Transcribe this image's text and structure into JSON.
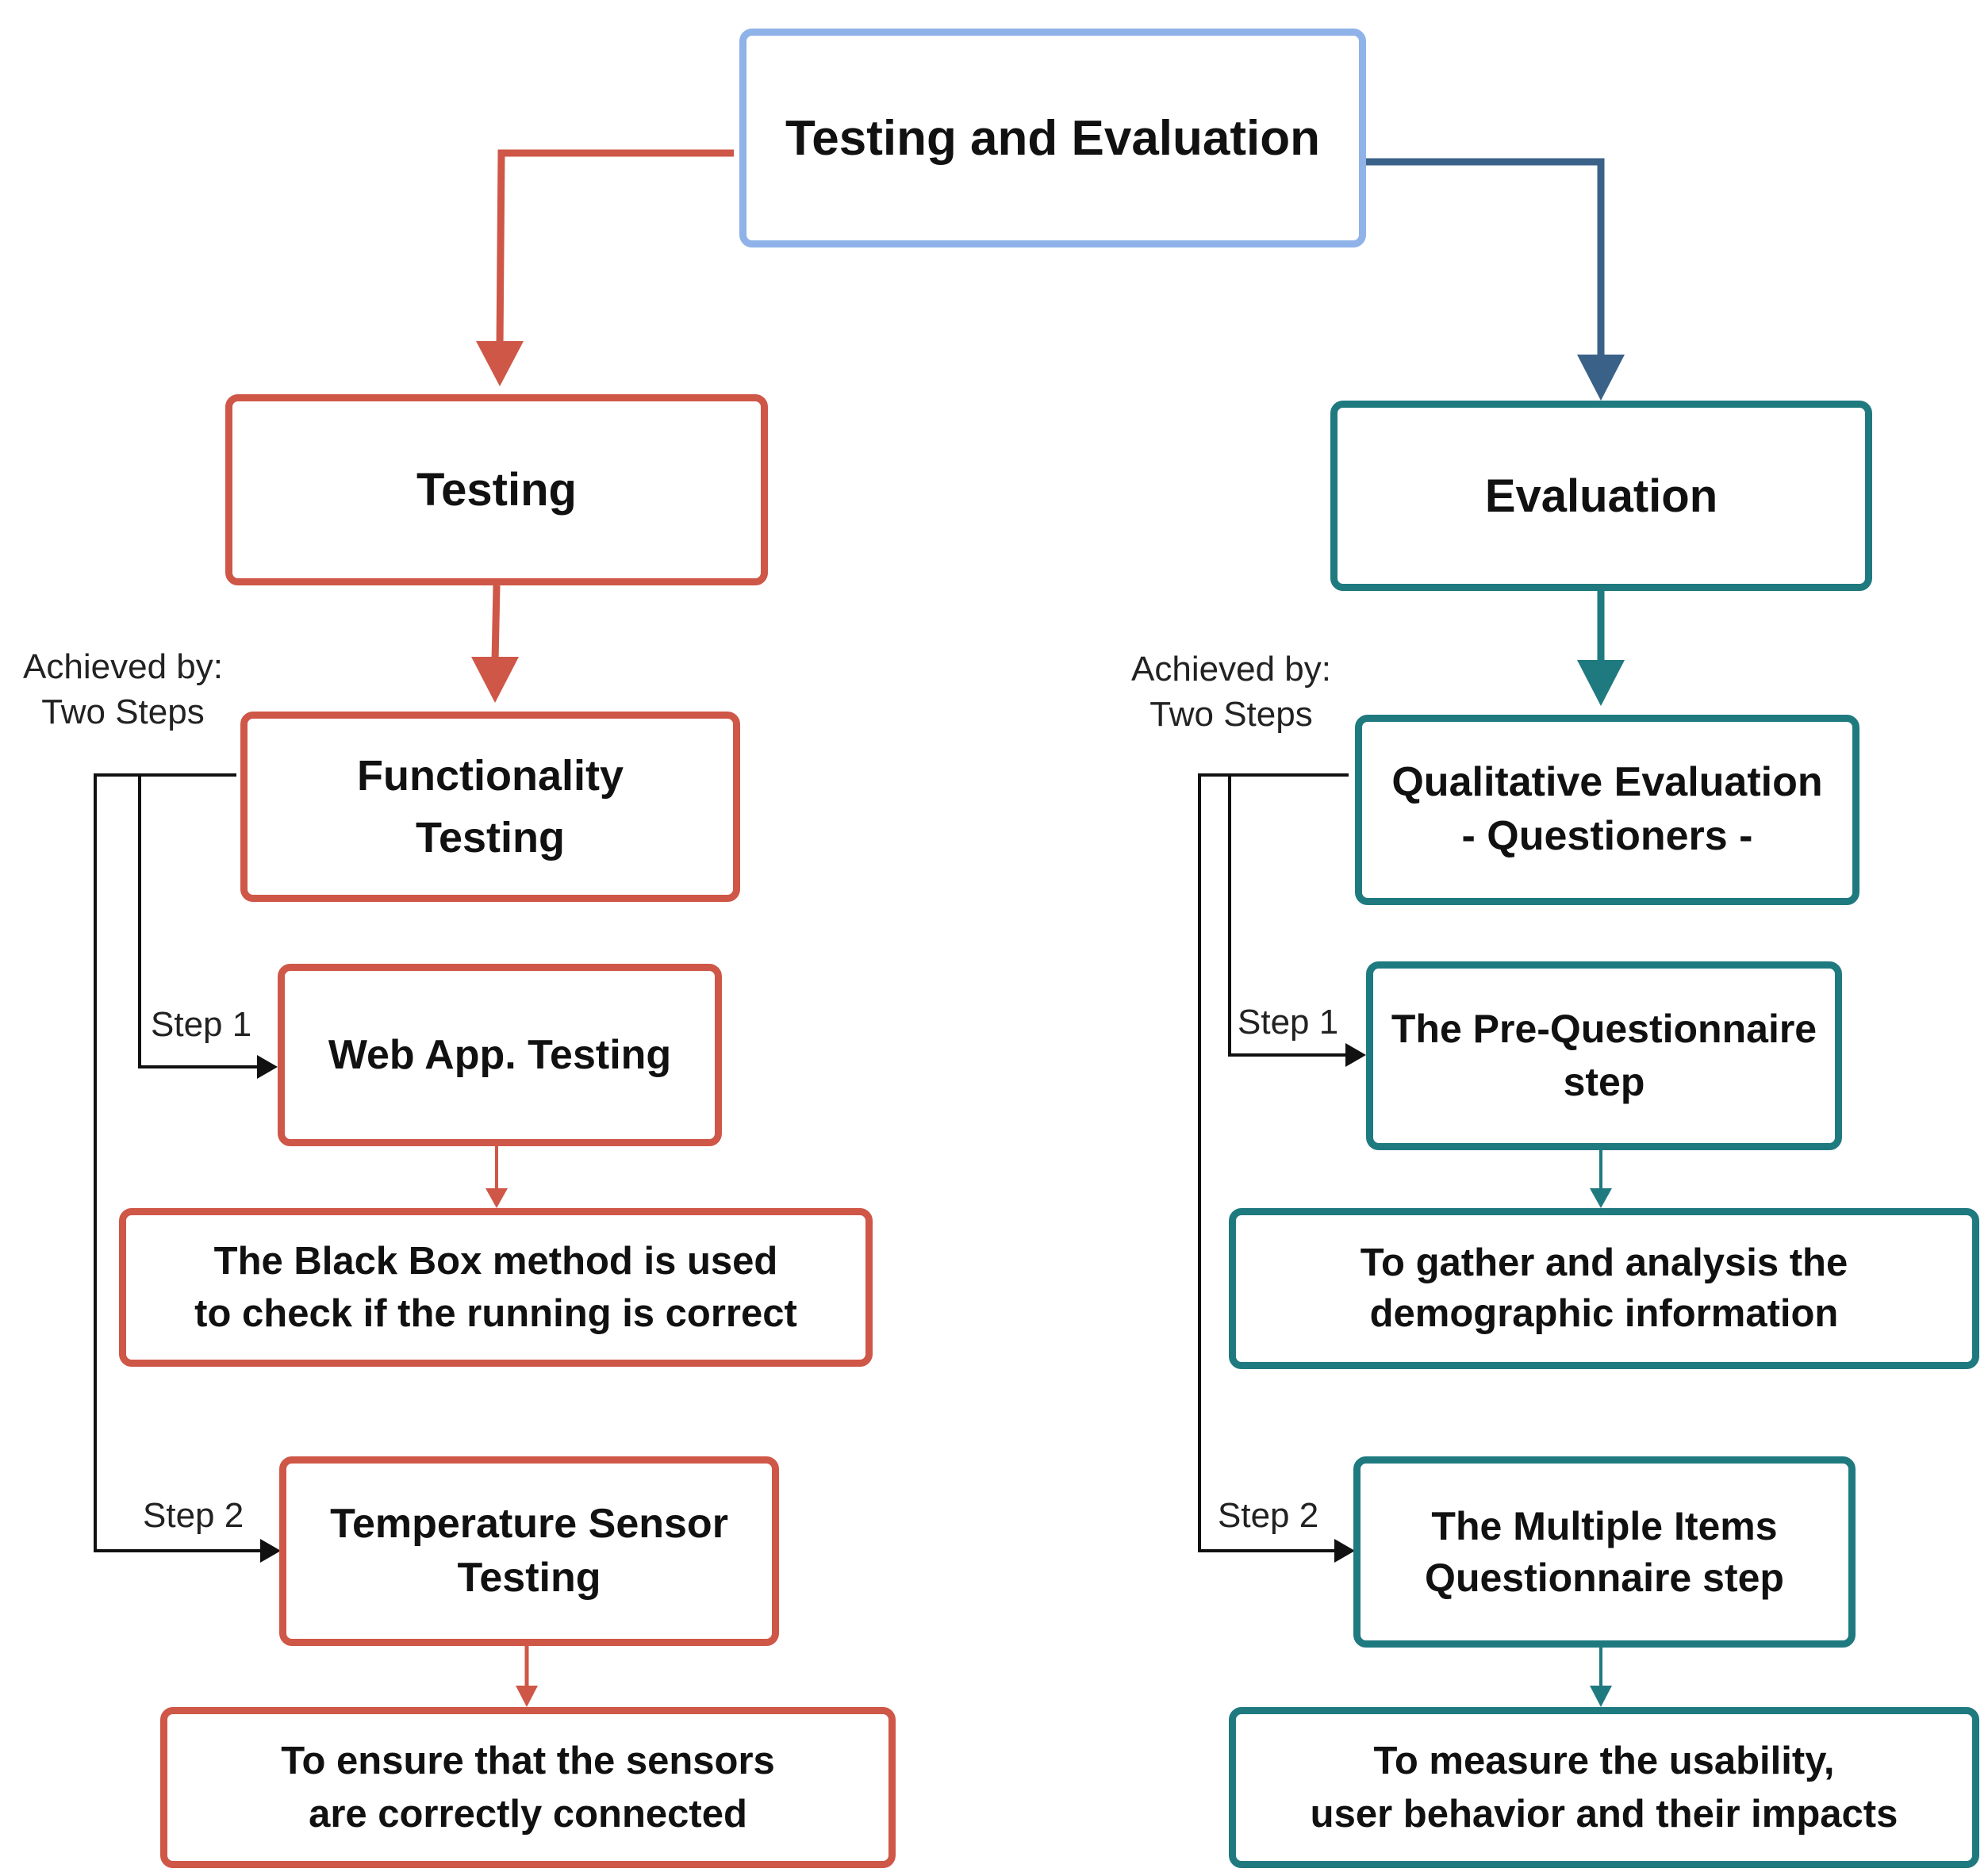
{
  "diagram": {
    "colors": {
      "testing_branch": "#cf5747",
      "evaluation_branch": "#1f7a80",
      "root_border": "#8fb2e8",
      "root_to_evaluation_arrow": "#3a6188",
      "connector_lines": "#111111"
    },
    "root": {
      "label": "Testing and Evaluation"
    },
    "testing": {
      "label": "Testing",
      "achieved_by": [
        "Achieved by:",
        "Two Steps"
      ],
      "functionality": [
        "Functionality",
        "Testing"
      ],
      "step1_label": "Step 1",
      "step1_box": "Web App. Testing",
      "step1_detail": [
        "The Black Box method is used",
        "to check if the running is correct"
      ],
      "step2_label": "Step 2",
      "step2_box": [
        "Temperature Sensor",
        "Testing"
      ],
      "step2_detail": [
        "To ensure that the sensors",
        "are correctly connected"
      ]
    },
    "evaluation": {
      "label": "Evaluation",
      "achieved_by": [
        "Achieved by:",
        "Two Steps"
      ],
      "qualitative": [
        "Qualitative Evaluation",
        "- Questioners -"
      ],
      "step1_label": "Step 1",
      "step1_box": [
        "The Pre-Questionnaire",
        "step"
      ],
      "step1_detail": [
        "To gather and analysis the",
        "demographic information"
      ],
      "step2_label": "Step 2",
      "step2_box": [
        "The Multiple Items",
        "Questionnaire step"
      ],
      "step2_detail": [
        "To measure the usability,",
        "user behavior and their impacts"
      ]
    }
  }
}
